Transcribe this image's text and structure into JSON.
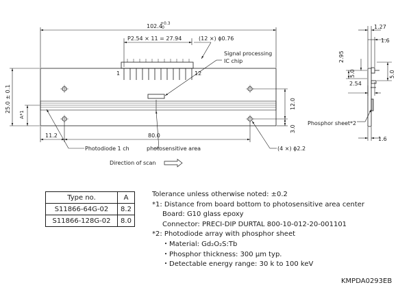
{
  "dims": {
    "overall_width": "102.4",
    "overall_width_tol_plus": "+0.3",
    "overall_width_tol_minus": "-0",
    "pitch": "P2.54 × 11 = 27.94",
    "pins": "(12 ×) ϕ0.76",
    "pin_first": "1",
    "pin_last": "12",
    "height": "25.0 ± 0.1",
    "a_mark": "A*1",
    "left_offset": "11.2",
    "active_length": "80.0",
    "dim_12": "12.0",
    "dim_3": "3.0",
    "holes": "(4 ×) ϕ2.2",
    "side_1_27": "1.27",
    "side_1_6_top": "1.6",
    "side_2_95": "2.95",
    "side_5_0_a": "5.0",
    "side_5_0_b": "5.0",
    "side_2_54": "2.54",
    "side_1_6_bottom": "1.6"
  },
  "labels": {
    "signal_chip_line1": "Signal processing",
    "signal_chip_line2": "IC chip",
    "photodiode": "Photodiode 1 ch",
    "photosensitive": "photosensitive area",
    "scan_direction": "Direction of scan",
    "phosphor": "Phosphor sheet*2"
  },
  "type_table": {
    "headers": [
      "Type no.",
      "A"
    ],
    "rows": [
      [
        "S11866-64G-02",
        "8.2"
      ],
      [
        "S11866-128G-02",
        "8.0"
      ]
    ]
  },
  "notes": {
    "tolerance": "Tolerance unless otherwise noted: ±0.2",
    "n1": "*1: Distance from board bottom to photosensitive area center",
    "n1_board": "Board: G10 glass epoxy",
    "n1_connector": "Connector: PRECI-DIP DURTAL 800-10-012-20-001101",
    "n2": "*2: Photodiode array with phosphor sheet",
    "n2_material": "・Material: Gd₂O₂S:Tb",
    "n2_thickness": "・Phosphor thickness: 300 μm typ.",
    "n2_energy": "・Detectable energy range: 30 k to 100 keV"
  },
  "drawing_code": "KMPDA0293EB",
  "colors": {
    "ink": "#1a1a1a",
    "phosphor": "#cccccc"
  }
}
